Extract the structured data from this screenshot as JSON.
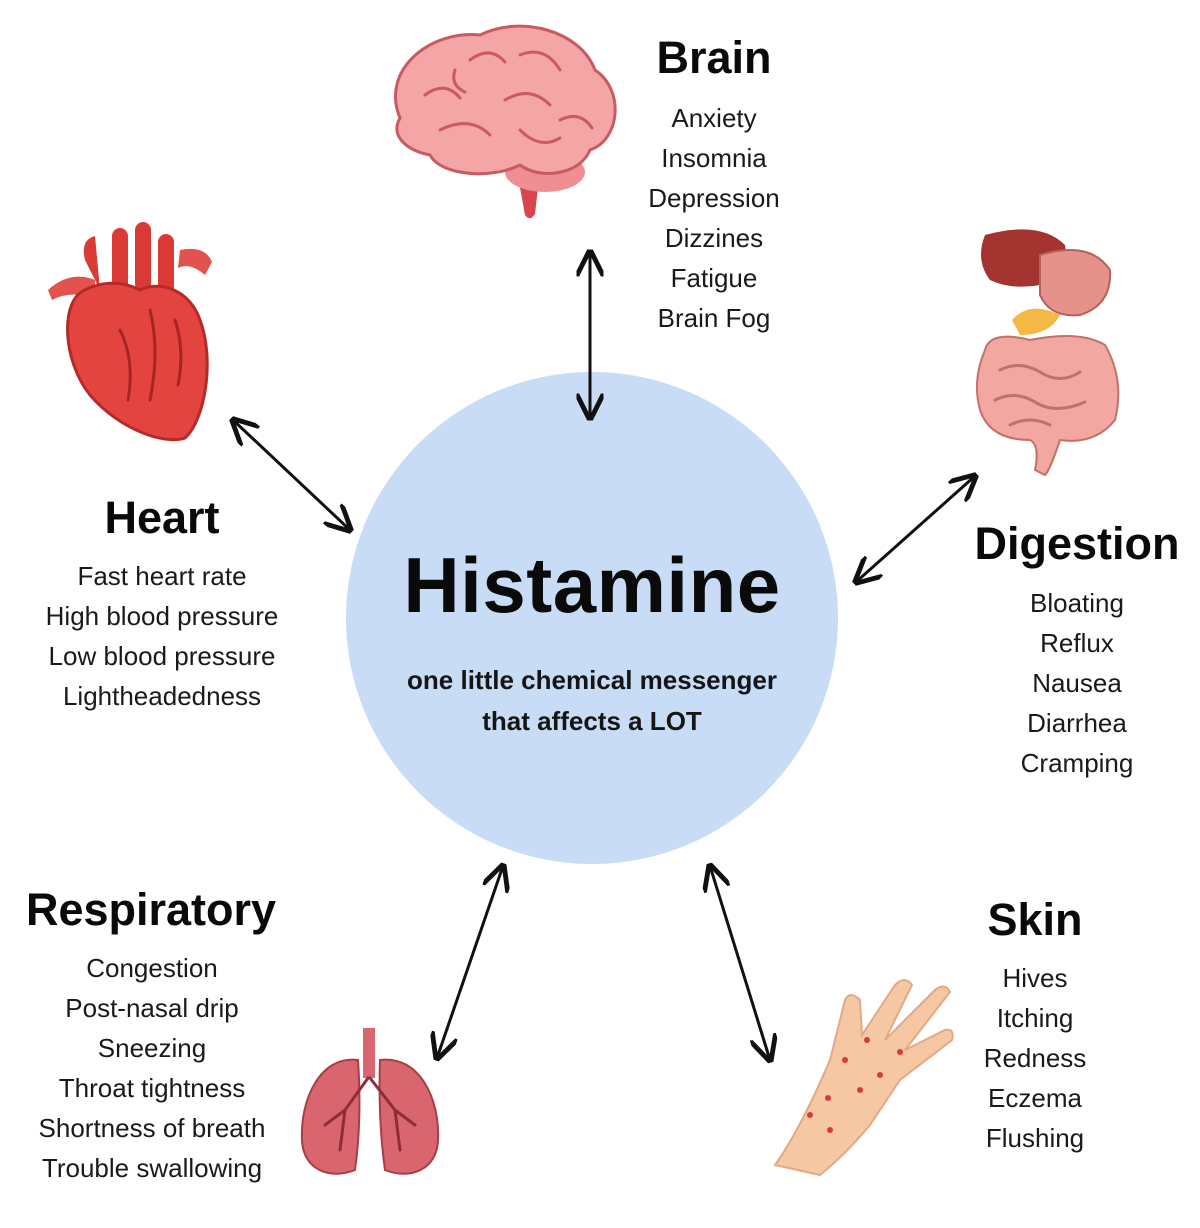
{
  "center": {
    "title": "Histamine",
    "subtitle_lines": [
      "one little chemical messenger",
      "that affects a LOT"
    ]
  },
  "groups": {
    "brain": {
      "title": "Brain",
      "symptoms": [
        "Anxiety",
        "Insomnia",
        "Depression",
        "Dizzines",
        "Fatigue",
        "Brain Fog"
      ],
      "icon": "brain-icon"
    },
    "heart": {
      "title": "Heart",
      "symptoms": [
        "Fast heart rate",
        "High blood pressure",
        "Low blood pressure",
        "Lightheadedness"
      ],
      "icon": "heart-organ-icon"
    },
    "digestion": {
      "title": "Digestion",
      "symptoms": [
        "Bloating",
        "Reflux",
        "Nausea",
        "Diarrhea",
        "Cramping"
      ],
      "icon": "digestive-system-icon"
    },
    "respiratory": {
      "title": "Respiratory",
      "symptoms": [
        "Congestion",
        "Post-nasal drip",
        "Sneezing",
        "Throat tightness",
        "Shortness of breath",
        "Trouble swallowing"
      ],
      "icon": "lungs-icon"
    },
    "skin": {
      "title": "Skin",
      "symptoms": [
        "Hives",
        "Itching",
        "Redness",
        "Eczema",
        "Flushing"
      ],
      "icon": "rash-hand-icon"
    }
  },
  "colors": {
    "center_circle": "#c9dcf6",
    "brain": "#f4a5a5",
    "heart": "#d93a36",
    "lungs": "#d9666e",
    "skin": "#f6c7a3",
    "arrows": "#111111"
  }
}
